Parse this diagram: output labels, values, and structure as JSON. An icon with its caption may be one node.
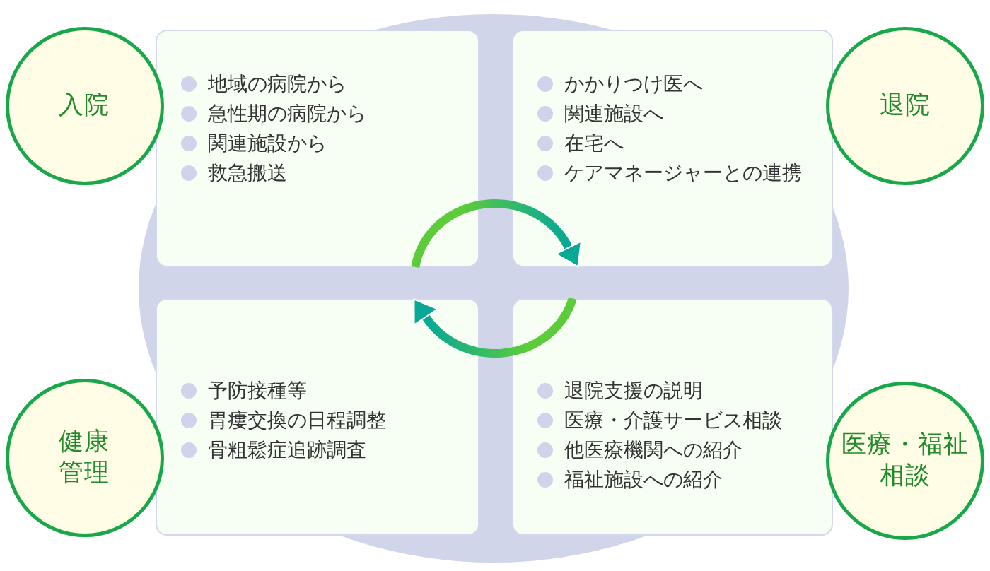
{
  "diagram": {
    "nodes": [
      {
        "text": [
          "入院"
        ]
      },
      {
        "text": [
          "地域の病院から",
          "急性期の病院から",
          "関連施設から",
          "救急搬送"
        ]
      },
      {
        "text": [
          "かかりつけ医へ",
          "関連施設へ",
          "在宅へ",
          "ケアマネージャーとの連携"
        ]
      },
      {
        "text": [
          "退院"
        ]
      },
      {
        "text": [
          "健康管理"
        ]
      },
      {
        "text": [
          "予防接種等",
          "胃瘻交換の日程調整",
          "骨粗鬆症追跡調査"
        ]
      },
      {
        "text": [
          "退院支援の説明",
          "医療・介護サービス相談",
          "他医療機関への紹介",
          "福祉施設への紹介"
        ]
      },
      {
        "text": [
          "医療・福祉相談"
        ]
      }
    ],
    "edges": [
      {
        "from": 1,
        "to": 2,
        "arrow": "to"
      },
      {
        "from": 6,
        "to": 5,
        "arrow": "to"
      }
    ]
  }
}
